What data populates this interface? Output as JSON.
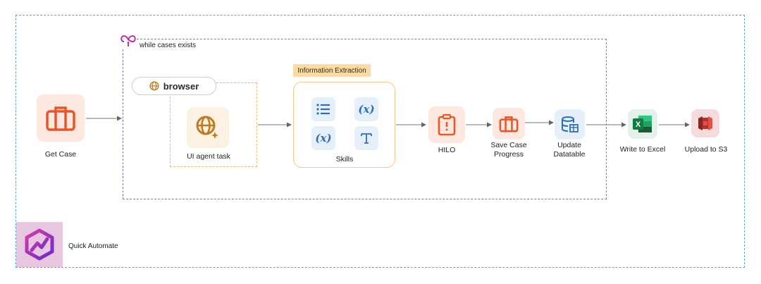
{
  "loop": {
    "label": "while cases exists"
  },
  "nodes": {
    "get_case": "Get Case",
    "browser": "browser",
    "ui_agent": "UI agent task",
    "info_extraction": "Information Extraction",
    "skills": "Skills",
    "hilo": "HILO",
    "save_case_1": "Save Case",
    "save_case_2": "Progress",
    "update_1": "Update",
    "update_2": "Datatable",
    "excel": "Write to Excel",
    "s3": "Upload to S3"
  },
  "brand": {
    "label": "Quick Automate"
  },
  "colors": {
    "orange": "#e8572a",
    "orange_tile": "#fde8df",
    "agent_gold": "#c07a1f",
    "skill_blue": "#2f6db5",
    "loop_magenta": "#c2189a",
    "excel_green": "#1e7a45",
    "s3_red": "#b9302a"
  }
}
